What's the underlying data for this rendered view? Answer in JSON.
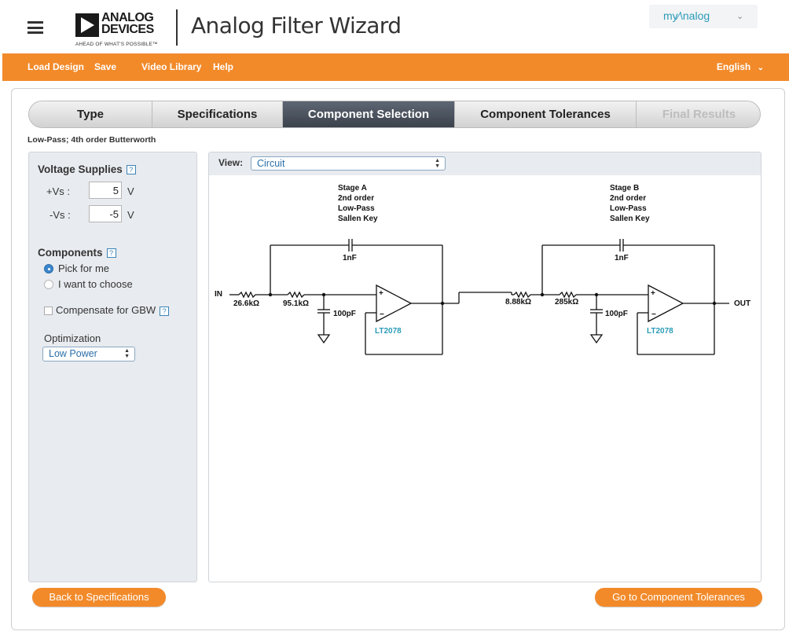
{
  "header": {
    "logo_line1": "ANALOG",
    "logo_line2": "DEVICES",
    "logo_tagline": "AHEAD OF WHAT'S POSSIBLE™",
    "app_title": "Analog Filter Wizard",
    "account_label": "my∕\\nalog",
    "brand_color": "#f28a2a"
  },
  "nav": {
    "items": [
      "Load Design",
      "Save",
      "Video Library",
      "Help"
    ],
    "language": "English"
  },
  "wizard_steps": [
    {
      "label": "Type",
      "state": "normal"
    },
    {
      "label": "Specifications",
      "state": "normal"
    },
    {
      "label": "Component Selection",
      "state": "active"
    },
    {
      "label": "Component Tolerances",
      "state": "normal"
    },
    {
      "label": "Final Results",
      "state": "disabled"
    }
  ],
  "filter_description": "Low-Pass; 4th order Butterworth",
  "supplies": {
    "title": "Voltage Supplies",
    "help": "?",
    "pos_label": "+Vs :",
    "pos_value": "5",
    "neg_label": "-Vs :",
    "neg_value": "-5",
    "unit": "V"
  },
  "components": {
    "title": "Components",
    "help": "?",
    "options": [
      "Pick for me",
      "I want to choose"
    ],
    "selected": "Pick for me",
    "compensate_label": "Compensate for GBW",
    "compensate_help": "?"
  },
  "optimization": {
    "label": "Optimization",
    "selected": "Low Power"
  },
  "view": {
    "label": "View:",
    "selected": "Circuit"
  },
  "circuit": {
    "stage_a": {
      "line1": "Stage A",
      "line2": "2nd order",
      "line3": "Low-Pass",
      "line4": "Sallen Key"
    },
    "stage_b": {
      "line1": "Stage B",
      "line2": "2nd order",
      "line3": "Low-Pass",
      "line4": "Sallen Key"
    },
    "input_label": "IN",
    "output_label": "OUT",
    "stage_a_parts": {
      "r1": "26.6kΩ",
      "r2": "95.1kΩ",
      "c_feedback": "1nF",
      "c_ground": "100pF",
      "opamp": "LT2078"
    },
    "stage_b_parts": {
      "r1": "8.88kΩ",
      "r2": "285kΩ",
      "c_feedback": "1nF",
      "c_ground": "100pF",
      "opamp": "LT2078"
    },
    "opamp_plus": "+",
    "opamp_minus": "−"
  },
  "buttons": {
    "back": "Back to Specifications",
    "next": "Go to Component Tolerances"
  }
}
